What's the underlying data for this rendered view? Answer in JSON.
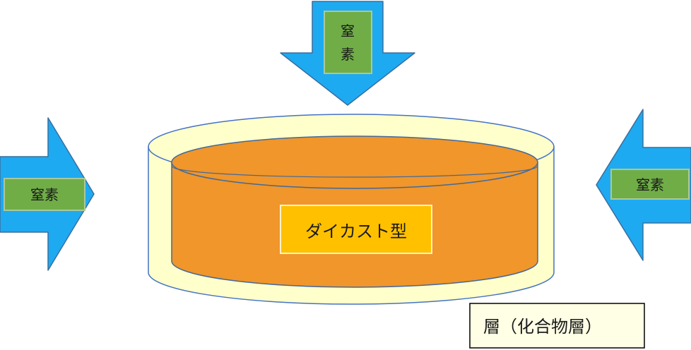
{
  "diagram": {
    "arrow_top": {
      "label_line1": "窒",
      "label_line2": "素"
    },
    "arrow_left": {
      "label": "窒素"
    },
    "arrow_right": {
      "label": "窒素"
    },
    "mold_label": "ダイカスト型",
    "layer_label": "層（化合物層）"
  },
  "colors": {
    "arrow_fill": "#1EAAF1",
    "arrow_stroke": "#3A6E9E",
    "label_box_fill": "#70AD47",
    "label_box_stroke": "#A9C99A",
    "outer_layer_fill": "#FFFFCC",
    "outer_layer_stroke": "#4472C4",
    "inner_mold_fill": "#F0962A",
    "inner_mold_stroke": "#44689A",
    "mold_label_fill": "#FFC000",
    "mold_label_stroke": "#FFF2CC",
    "layer_box_fill": "#FFFFE6",
    "layer_box_stroke": "#000000"
  }
}
